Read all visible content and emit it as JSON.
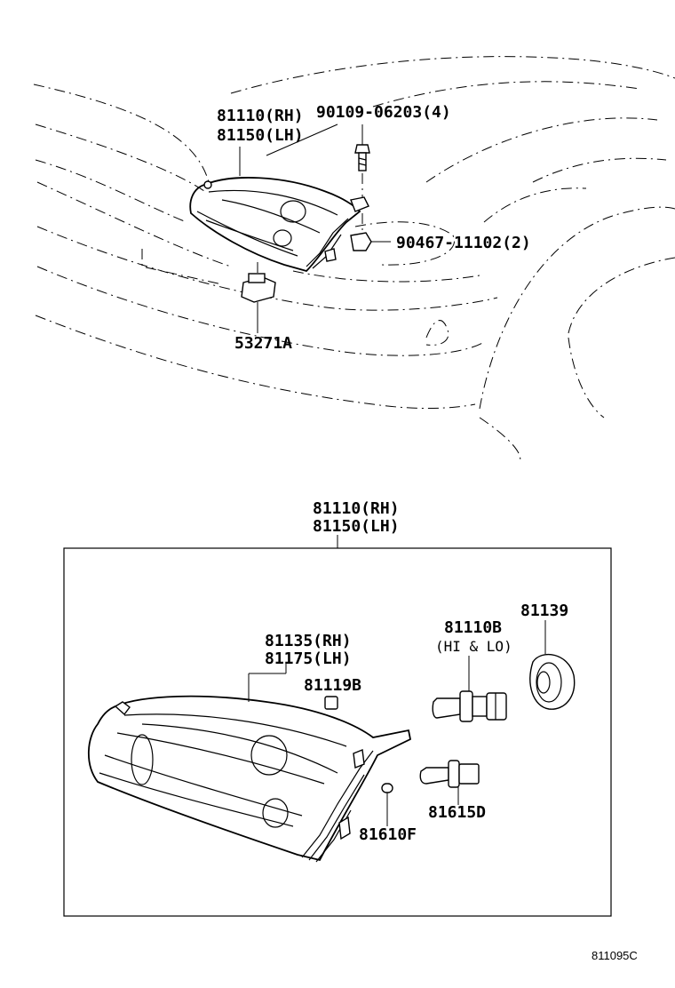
{
  "top_assembly": {
    "headlamp_rh": "81110(RH)",
    "headlamp_lh": "81150(LH)",
    "screw": "90109-06203(4)",
    "nut": "90467-11102(2)",
    "bracket": "53271A"
  },
  "detail": {
    "headlamp_rh": "81110(RH)",
    "headlamp_lh": "81150(LH)",
    "unit_rh": "81135(RH)",
    "unit_lh": "81175(LH)",
    "cap": "81119B",
    "bulb": "81110B",
    "bulb_note": "(HI & LO)",
    "socket_cover": "81139",
    "bulb_small": "81615D",
    "bulb_wedge": "81610F"
  },
  "figure_ref": "811095C"
}
